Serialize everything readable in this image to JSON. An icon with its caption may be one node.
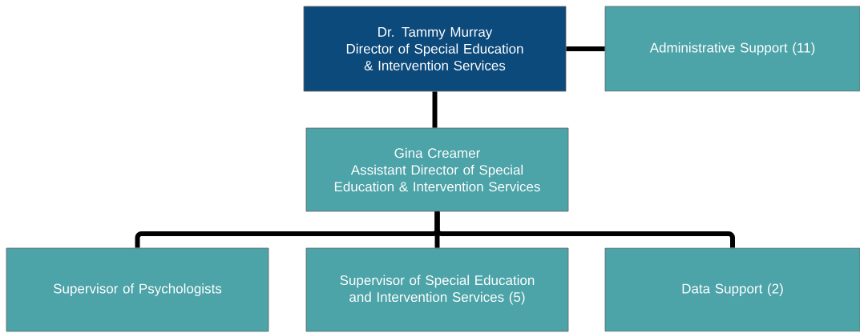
{
  "diagram": {
    "nodes": [
      {
        "text": [
          "Dr. Tammy Murray",
          "Director of Special Education & Intervention Services"
        ]
      },
      {
        "text": [
          "Administrative Support (11)"
        ]
      },
      {
        "text": [
          "Gina Creamer",
          "Assistant Director of Special Education & Intervention Services"
        ]
      },
      {
        "text": [
          "Supervisor of Psychologists"
        ]
      },
      {
        "text": [
          "Supervisor of Special Education and Intervention Services (5)"
        ]
      },
      {
        "text": [
          "Data Support (2)"
        ]
      }
    ],
    "edges": [
      {
        "from": 0,
        "to": 1,
        "arrow": "none"
      },
      {
        "from": 0,
        "to": 2,
        "arrow": "none"
      },
      {
        "from": 2,
        "to": 3,
        "arrow": "none"
      },
      {
        "from": 2,
        "to": 4,
        "arrow": "none"
      },
      {
        "from": 2,
        "to": 5,
        "arrow": "none"
      }
    ]
  }
}
